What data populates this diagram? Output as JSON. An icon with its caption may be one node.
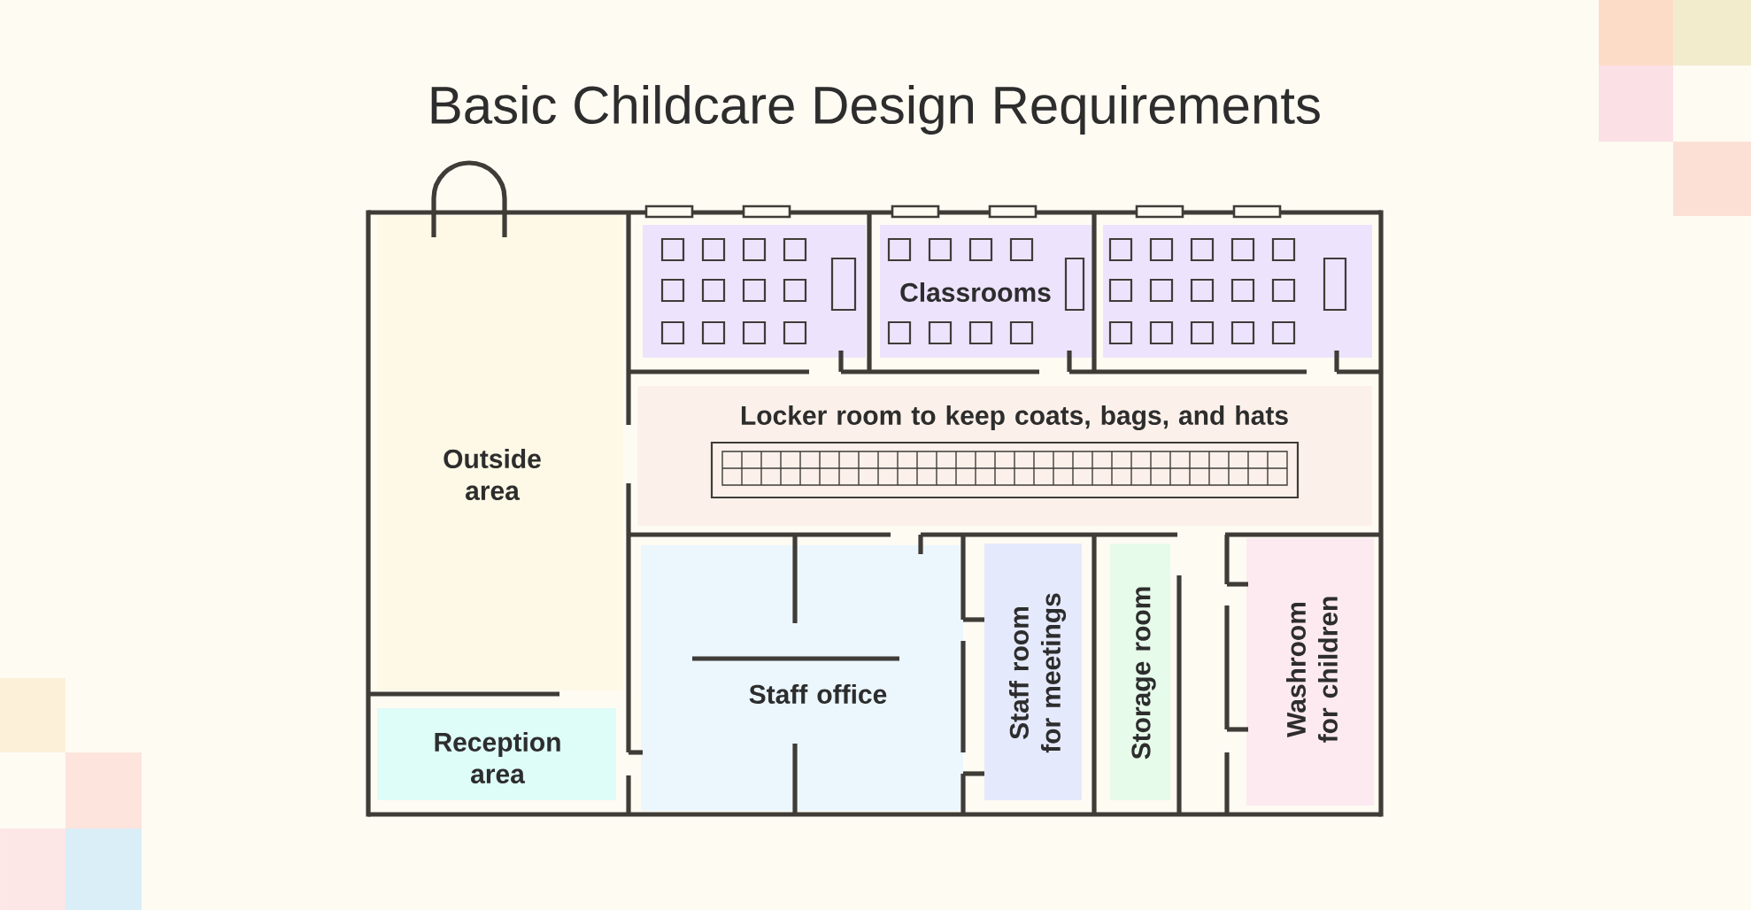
{
  "diagram": {
    "title": "Basic Childcare Design Requirements",
    "nodes": [
      {
        "text": [
          "Outside area"
        ]
      },
      {
        "text": [],
        "shape": "box"
      },
      {
        "text": [
          "Classrooms"
        ]
      },
      {
        "text": [],
        "shape": "box"
      },
      {
        "text": [
          "Locker room to keep coats, bags, and hats"
        ]
      },
      {
        "text": [
          "Staff office"
        ]
      },
      {
        "text": [
          "Staff room for meetings"
        ]
      },
      {
        "text": [
          "Storage room"
        ]
      },
      {
        "text": [
          "Washroom for children"
        ]
      },
      {
        "text": [
          "Reception area"
        ]
      }
    ]
  }
}
